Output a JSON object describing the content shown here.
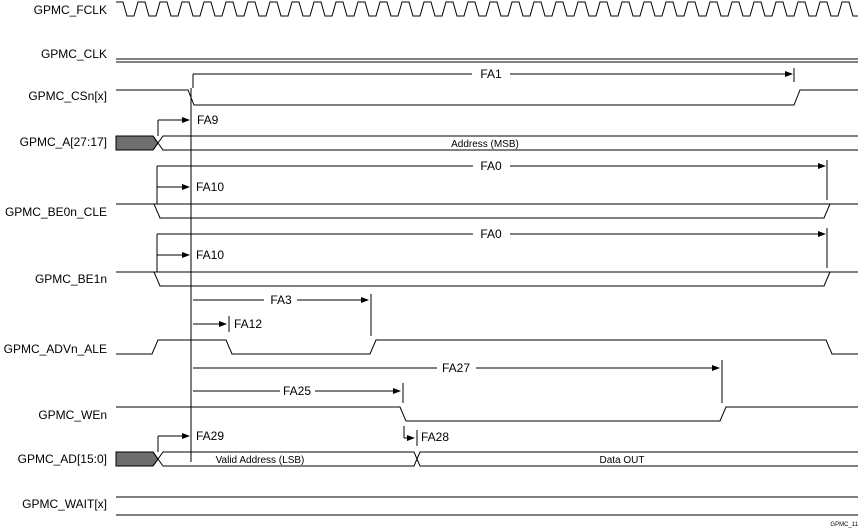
{
  "signals": {
    "fclk": "GPMC_FCLK",
    "clk": "GPMC_CLK",
    "csn": "GPMC_CSn[x]",
    "a": "GPMC_A[27:17]",
    "be0n": "GPMC_BE0n_CLE",
    "be1n": "GPMC_BE1n",
    "advn": "GPMC_ADVn_ALE",
    "wen": "GPMC_WEn",
    "ad": "GPMC_AD[15:0]",
    "wait": "GPMC_WAIT[x]"
  },
  "bus_values": {
    "a_msb": "Address (MSB)",
    "ad_lsb": "Valid Address (LSB)",
    "ad_data": "Data OUT"
  },
  "timings": {
    "fa1": "FA1",
    "fa9": "FA9",
    "fa0_be0": "FA0",
    "fa10_be0": "FA10",
    "fa0_be1": "FA0",
    "fa10_be1": "FA10",
    "fa3": "FA3",
    "fa12": "FA12",
    "fa27": "FA27",
    "fa25": "FA25",
    "fa29": "FA29",
    "fa28": "FA28"
  },
  "footer": "GPMC_11",
  "colors": {
    "line": "#000000",
    "undefined_fill": "#6e6e6e"
  }
}
